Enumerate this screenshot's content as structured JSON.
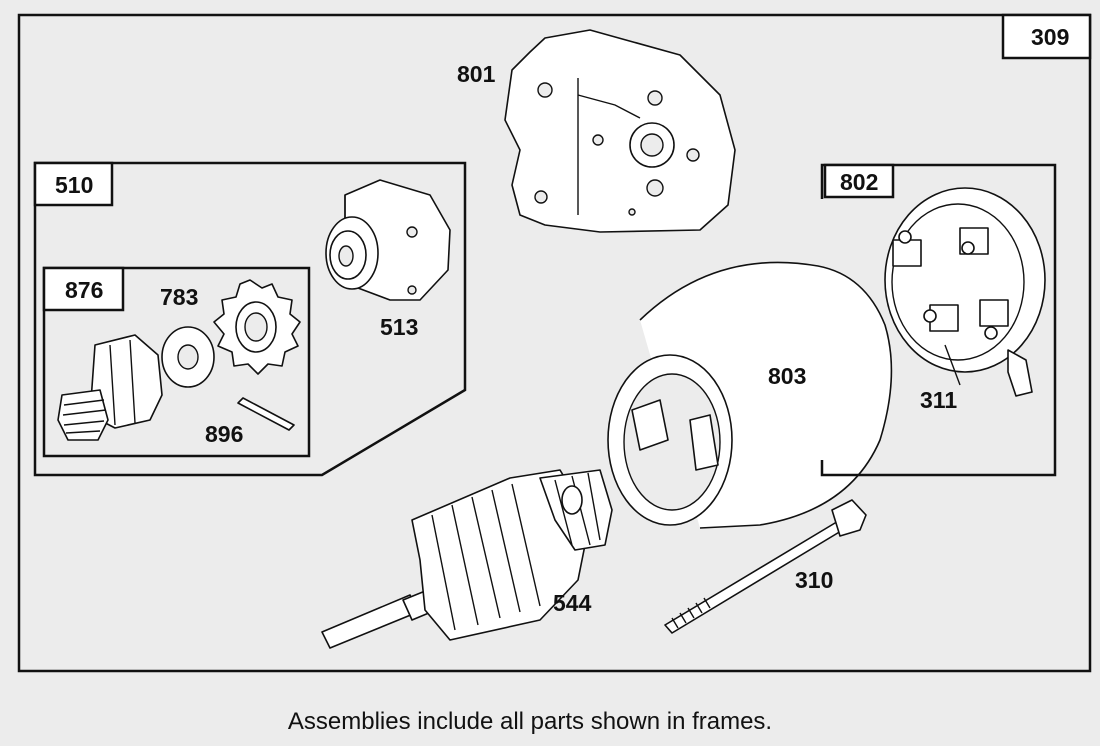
{
  "diagram": {
    "outer_frame_label": "309",
    "assemblies": [
      {
        "id": "510",
        "label": "510"
      },
      {
        "id": "876",
        "label": "876"
      },
      {
        "id": "802",
        "label": "802"
      }
    ],
    "parts": {
      "801": "801",
      "513": "513",
      "783": "783",
      "896": "896",
      "803": "803",
      "311": "311",
      "544": "544",
      "310": "310"
    }
  },
  "caption": "Assemblies include all parts shown in frames."
}
